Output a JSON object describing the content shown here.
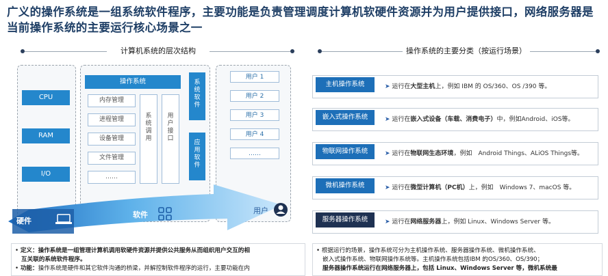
{
  "title": {
    "line1": "广义的操作系统是一组系统软件程序，主要功能是负责管理调度计算机软硬件资源并为用户提供接口，网络服务器是",
    "line2": "当前操作系统的主要运行核心场景之一"
  },
  "left_panel": {
    "heading": "计算机系统的层次结构",
    "hardware": [
      "CPU",
      "RAM",
      "I/O"
    ],
    "os_title": "操作系统",
    "os_items": [
      "内存管理",
      "进程管理",
      "设备管理",
      "文件管理",
      "……"
    ],
    "syscall": "系统调用",
    "user_iface": "用户接口",
    "sys_software": "系统软件",
    "app_software": "应用软件",
    "users": [
      "用户 1",
      "用户 2",
      "用户 3",
      "用户 4",
      "……"
    ],
    "layer_hw": "硬件",
    "layer_sw": "软件",
    "layer_user": "用户",
    "note_line1_label": "定义：",
    "note_line1": "操作系统是一组管理计算机调用软硬件资源并提供公共服务从而组织用户交互的相",
    "note_line2": "互关联的系统软件程序。",
    "note_line3_label": "功能：",
    "note_line3": "操作系统是硬件和其它软件沟通的桥梁，并解控制软件程序的运行，主要功能在内"
  },
  "right_panel": {
    "heading": "操作系统的主要分类（按运行场景）",
    "categories": [
      {
        "label": "主机操作系统",
        "pre": "运行在",
        "bold": "大型主机",
        "post": "上，例如 IBM 的 OS/360、OS /390 等。"
      },
      {
        "label": "嵌入式操作系统",
        "pre": "运行在",
        "bold": "嵌入式设备（车载、消费电子）",
        "post": "中，例如Android、iOS等。"
      },
      {
        "label": "物联网操作系统",
        "pre": "运行在",
        "bold": "物联网生态环境",
        "post": "，例如　Android Things、ALiOS Things等。"
      },
      {
        "label": "微机操作系统",
        "pre": "运行在",
        "bold": "微型计算机（PC机）",
        "post": "上，例如　Windows 7、macOS 等。"
      },
      {
        "label": "服务器操作系统",
        "pre": "运行在",
        "bold": "网络服务器",
        "post": "上，例如 Linux、Windows Server 等。"
      }
    ],
    "note_line1": "根据运行的场景，操作系统可分为主机操作系统、服务器操作系统、微机操作系统、",
    "note_line2": "嵌入式操作系统、物联网操作系统等。主机操作系统包括IBM 的OS/360、OS/390；",
    "note_line3": "服务器操作系统运行在网络服务器上，包括 Linux、Windows Server 等，微机系统最"
  },
  "colors": {
    "title": "#1f3f66",
    "blue": "#2487cc",
    "dark_navy": "#1e3152"
  }
}
